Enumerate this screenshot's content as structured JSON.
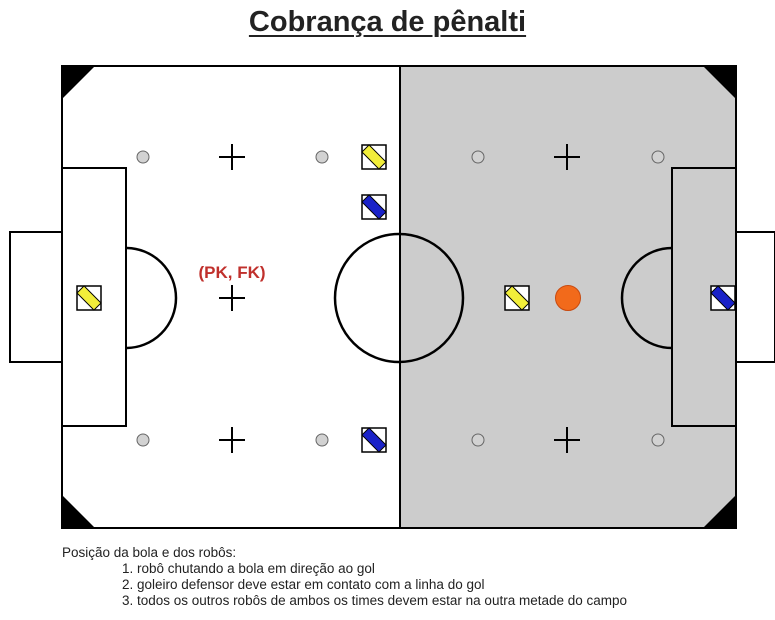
{
  "title": "Cobrança de pênalti",
  "field_label": "(PK, FK)",
  "colors": {
    "left_half": "#ffffff",
    "right_half": "#cccccc",
    "line": "#000000",
    "yellow_robot": "#f2ee3a",
    "blue_robot": "#1a22c8",
    "ball": "#f26a1b",
    "label": "#c0302c",
    "spot": "#d2d2d2"
  },
  "legend": {
    "robot_yellow": "yellow-team-robot",
    "robot_blue": "blue-team-robot",
    "ball": "orange-ball"
  },
  "notes": {
    "heading": "Posição da bola e dos robôs:",
    "items": [
      "1. robô chutando a bola em direção ao gol",
      "2. goleiro defensor deve estar em contato com a linha do gol",
      "3. todos os outros robôs de ambos os times devem estar na outra metade do campo"
    ]
  }
}
